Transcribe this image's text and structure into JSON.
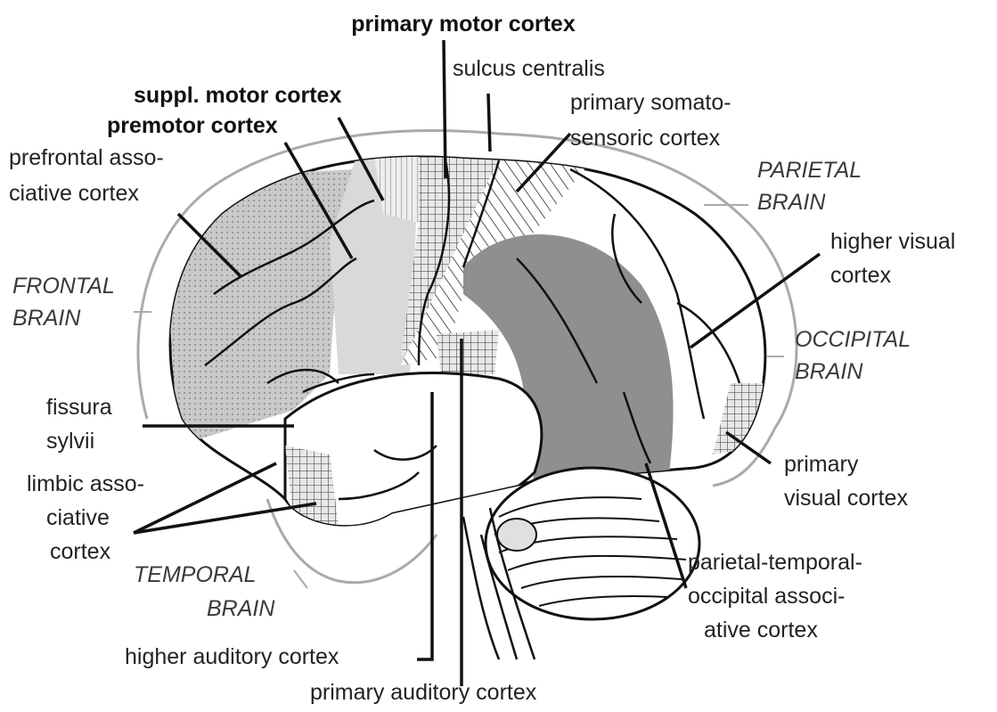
{
  "labels": {
    "primary_motor": "primary motor cortex",
    "sulcus_centralis": "sulcus centralis",
    "suppl_motor": "suppl. motor cortex",
    "premotor": "premotor cortex",
    "somato_1": "primary somato-",
    "somato_2": "sensoric cortex",
    "prefrontal_1": "prefrontal asso-",
    "prefrontal_2": "ciative cortex",
    "parietal_1": "PARIETAL",
    "parietal_2": "BRAIN",
    "higher_visual_1": "higher visual",
    "higher_visual_2": "cortex",
    "frontal_1": "FRONTAL",
    "frontal_2": "BRAIN",
    "occipital_1": "OCCIPITAL",
    "occipital_2": "BRAIN",
    "fissura_1": "fissura",
    "fissura_2": "sylvii",
    "limbic_1": "limbic asso-",
    "limbic_2": "ciative",
    "limbic_3": "cortex",
    "primary_visual_1": "primary",
    "primary_visual_2": "visual cortex",
    "temporal_1": "TEMPORAL",
    "temporal_2": "BRAIN",
    "pto_1": "parietal-temporal-",
    "pto_2": "occipital associ-",
    "pto_3": "ative cortex",
    "higher_auditory": "higher auditory cortex",
    "primary_auditory": "primary auditory cortex"
  },
  "colors": {
    "outline": "#111111",
    "fill_dark": "#8f8f8f",
    "fill_light": "#d6d6d6",
    "hatch": "#555555",
    "label_text": "#222222"
  }
}
